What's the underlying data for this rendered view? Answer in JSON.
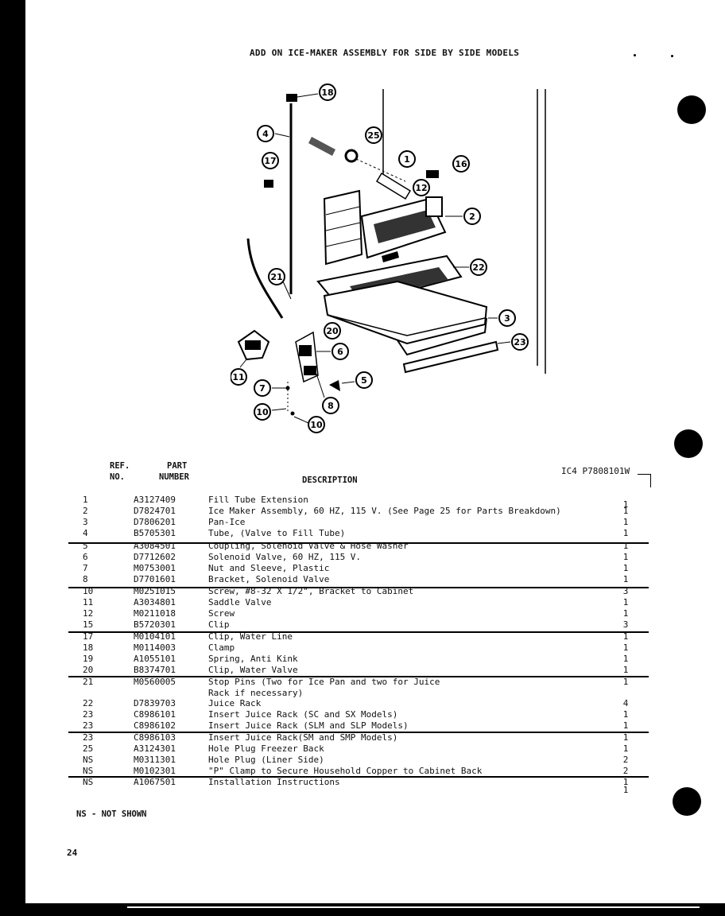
{
  "title": "ADD ON ICE-MAKER ASSEMBLY FOR SIDE BY SIDE MODELS",
  "callouts": [
    "18",
    "4",
    "25",
    "1",
    "17",
    "16",
    "12",
    "2",
    "22",
    "21",
    "3",
    "20",
    "6",
    "23",
    "11",
    "7",
    "5",
    "10",
    "8",
    "10"
  ],
  "table_header": {
    "ref_line1": "REF.",
    "ref_line2": "NO.",
    "part_line1": "PART",
    "part_line2": "NUMBER",
    "description": "DESCRIPTION",
    "model_code": "IC4 P7808101W"
  },
  "rows": [
    {
      "ref": "1",
      "part": "A3127409",
      "desc": "Fill Tube Extension",
      "qty": "1"
    },
    {
      "ref": "2",
      "part": "D7824701",
      "desc": "Ice Maker Assembly, 60 HZ, 115 V. (See Page 25 for Parts Breakdown)",
      "qty": "1"
    },
    {
      "ref": "3",
      "part": "D7806201",
      "desc": "Pan-Ice",
      "qty": "1"
    },
    {
      "ref": "4",
      "part": "B5705301",
      "desc": "Tube, (Valve to Fill Tube)",
      "qty": "1"
    },
    {
      "ref": "5",
      "part": "A3084501",
      "desc": "Coupling, Solenoid Valve & Hose Washer",
      "qty": "1"
    },
    {
      "ref": "6",
      "part": "D7712602",
      "desc": "Solenoid Valve, 60 HZ, 115 V.",
      "qty": "1"
    },
    {
      "ref": "7",
      "part": "M0753001",
      "desc": "Nut and Sleeve, Plastic",
      "qty": "1"
    },
    {
      "ref": "8",
      "part": "D7701601",
      "desc": "Bracket, Solenoid Valve",
      "qty": "1"
    },
    {
      "ref": "10",
      "part": "M0251015",
      "desc": "Screw, #8-32 X 1/2\", Bracket to Cabinet",
      "qty": "3"
    },
    {
      "ref": "11",
      "part": "A3034801",
      "desc": "Saddle Valve",
      "qty": "1"
    },
    {
      "ref": "12",
      "part": "M0211018",
      "desc": "Screw",
      "qty": "1"
    },
    {
      "ref": "15",
      "part": "B5720301",
      "desc": "Clip",
      "qty": "3"
    },
    {
      "ref": "17",
      "part": "M0104101",
      "desc": "Clip, Water Line",
      "qty": "1"
    },
    {
      "ref": "18",
      "part": "M0114003",
      "desc": "Clamp",
      "qty": "1"
    },
    {
      "ref": "19",
      "part": "A1055101",
      "desc": "Spring, Anti Kink",
      "qty": "1"
    },
    {
      "ref": "20",
      "part": "B8374701",
      "desc": "Clip, Water Valve",
      "qty": "1"
    },
    {
      "ref": "21",
      "part": "M0560005",
      "desc": "Stop Pins (Two for Ice Pan and two for Juice",
      "qty": "1"
    },
    {
      "ref": "",
      "part": "",
      "desc": "Rack if necessary)",
      "qty": ""
    },
    {
      "ref": "22",
      "part": "D7839703",
      "desc": "Juice Rack",
      "qty": "4"
    },
    {
      "ref": "23",
      "part": "C8986101",
      "desc": "Insert Juice Rack (SC and SX Models)",
      "qty": "1"
    },
    {
      "ref": "23",
      "part": "C8986102",
      "desc": "Insert Juice Rack (SLM and SLP Models)",
      "qty": "1"
    },
    {
      "ref": "23",
      "part": "C8986103",
      "desc": "Insert Juice Rack(SM and SMP Models)",
      "qty": "1"
    },
    {
      "ref": "25",
      "part": "A3124301",
      "desc": "Hole Plug Freezer Back",
      "qty": "1"
    },
    {
      "ref": "NS",
      "part": "M0311301",
      "desc": "Hole Plug (Liner Side)",
      "qty": "2"
    },
    {
      "ref": "NS",
      "part": "M0102301",
      "desc": "\"P\" Clamp to Secure Household Copper to Cabinet Back",
      "qty": "2"
    },
    {
      "ref": "NS",
      "part": "A1067501",
      "desc": "Installation Instructions",
      "qty": "1"
    }
  ],
  "extra_qty": "1",
  "footnote": "NS - NOT SHOWN",
  "page_number": "24"
}
